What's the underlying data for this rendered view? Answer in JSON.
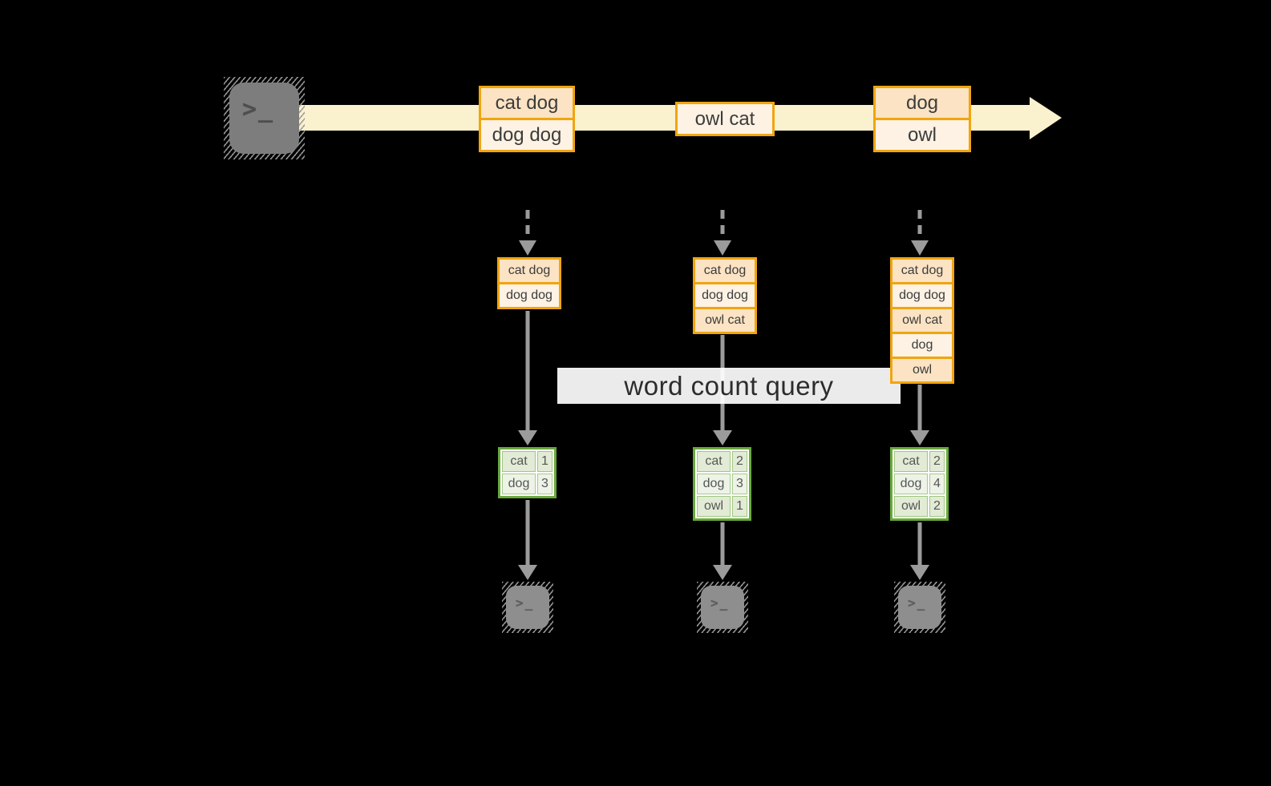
{
  "colors": {
    "background": "#000000",
    "stream_band": "#faf1cf",
    "orange_border": "#f0a50f",
    "peach_dark": "#fbe3c3",
    "peach_light": "#fdf2e3",
    "green_border": "#69a93c",
    "green_cell_dark": "#e2ebd5",
    "green_cell_light": "#eef3e8",
    "arrow_gray": "#9b9b9b",
    "terminal_gray": "#7d7d7d",
    "terminal_gray_light": "#8e8e8e",
    "query_band": "#ffffff",
    "text_dark": "#3c3c3c"
  },
  "icons": {
    "terminal_glyph": ">_"
  },
  "query_label": "word count query",
  "stream": {
    "events": [
      {
        "lines": [
          "cat dog",
          "dog dog"
        ]
      },
      {
        "lines": [
          "owl cat"
        ]
      },
      {
        "lines": [
          "dog",
          "owl"
        ]
      }
    ]
  },
  "columns": [
    {
      "buffer": [
        "cat dog",
        "dog dog"
      ],
      "counts": [
        {
          "word": "cat",
          "value": "1"
        },
        {
          "word": "dog",
          "value": "3"
        }
      ]
    },
    {
      "buffer": [
        "cat dog",
        "dog dog",
        "owl cat"
      ],
      "counts": [
        {
          "word": "cat",
          "value": "2"
        },
        {
          "word": "dog",
          "value": "3"
        },
        {
          "word": "owl",
          "value": "1"
        }
      ]
    },
    {
      "buffer": [
        "cat dog",
        "dog dog",
        "owl cat",
        "dog",
        "owl"
      ],
      "counts": [
        {
          "word": "cat",
          "value": "2"
        },
        {
          "word": "dog",
          "value": "4"
        },
        {
          "word": "owl",
          "value": "2"
        }
      ]
    }
  ]
}
